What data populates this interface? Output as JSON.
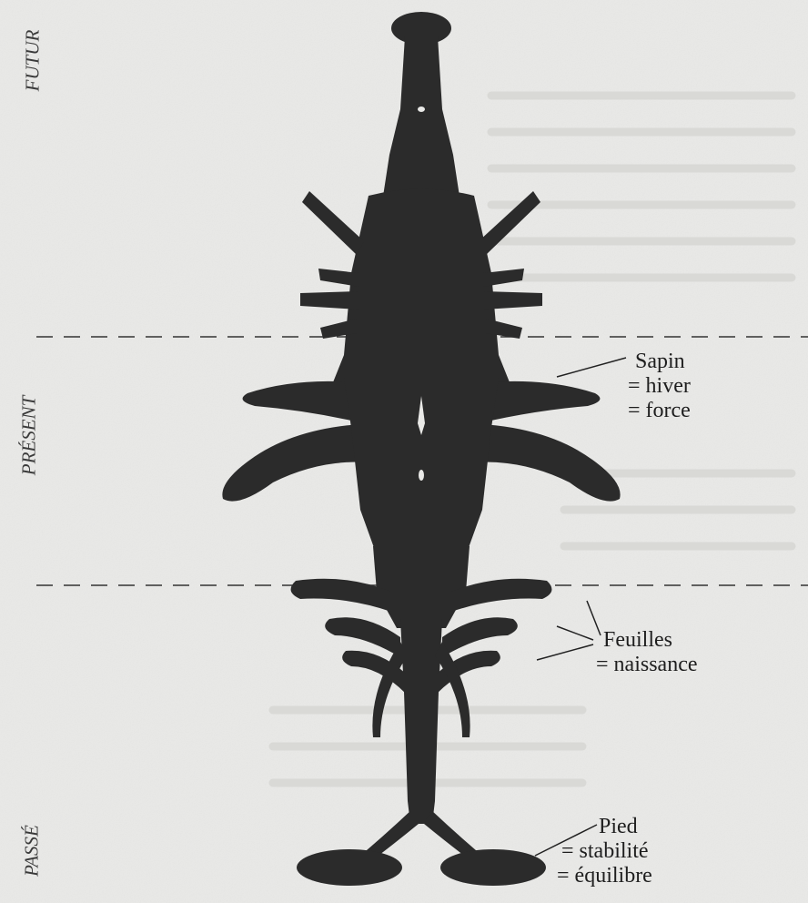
{
  "periods": {
    "future": "FUTUR",
    "present": "PRÉSENT",
    "past": "PASSÉ"
  },
  "annotations": {
    "sapin": {
      "title": "Sapin",
      "lines": [
        "= hiver",
        "= force"
      ]
    },
    "feuilles": {
      "title": "Feuilles",
      "lines": [
        "= naissance"
      ]
    },
    "pied": {
      "title": "Pied",
      "lines": [
        "= stabilité",
        "= équilibre"
      ]
    }
  },
  "colors": {
    "background": "#e9e9e7",
    "ink": "#2b2b2b",
    "dashes": "#333333"
  }
}
